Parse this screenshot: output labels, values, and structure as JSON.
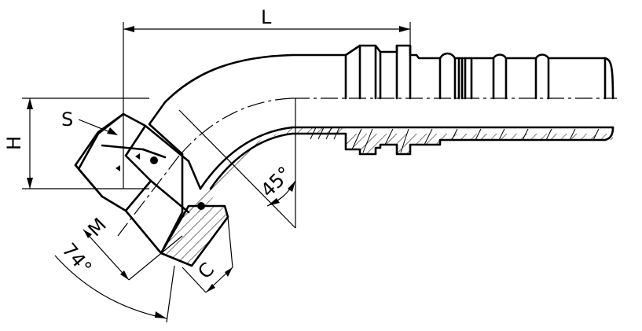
{
  "dimensions": {
    "L": "L",
    "H": "H",
    "S": "S",
    "M": "M",
    "C": "C",
    "angle_bend": "45°",
    "angle_seat": "74°"
  }
}
